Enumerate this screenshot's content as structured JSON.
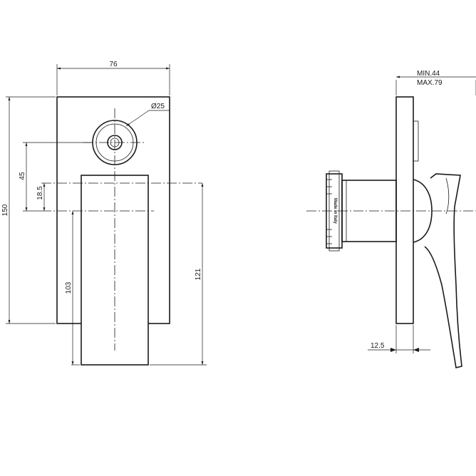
{
  "front_view": {
    "width_label": "76",
    "height_label": "150",
    "diameter_label": "Ø25",
    "offset_45_label": "45",
    "offset_18_5_label": "18.5",
    "handle_103_label": "103",
    "handle_121_label": "121"
  },
  "side_view": {
    "depth_min_label": "MIN.44",
    "depth_max_label": "MAX.79",
    "plate_thickness_label": "12.5",
    "stamp_text": "Made in Italy"
  }
}
